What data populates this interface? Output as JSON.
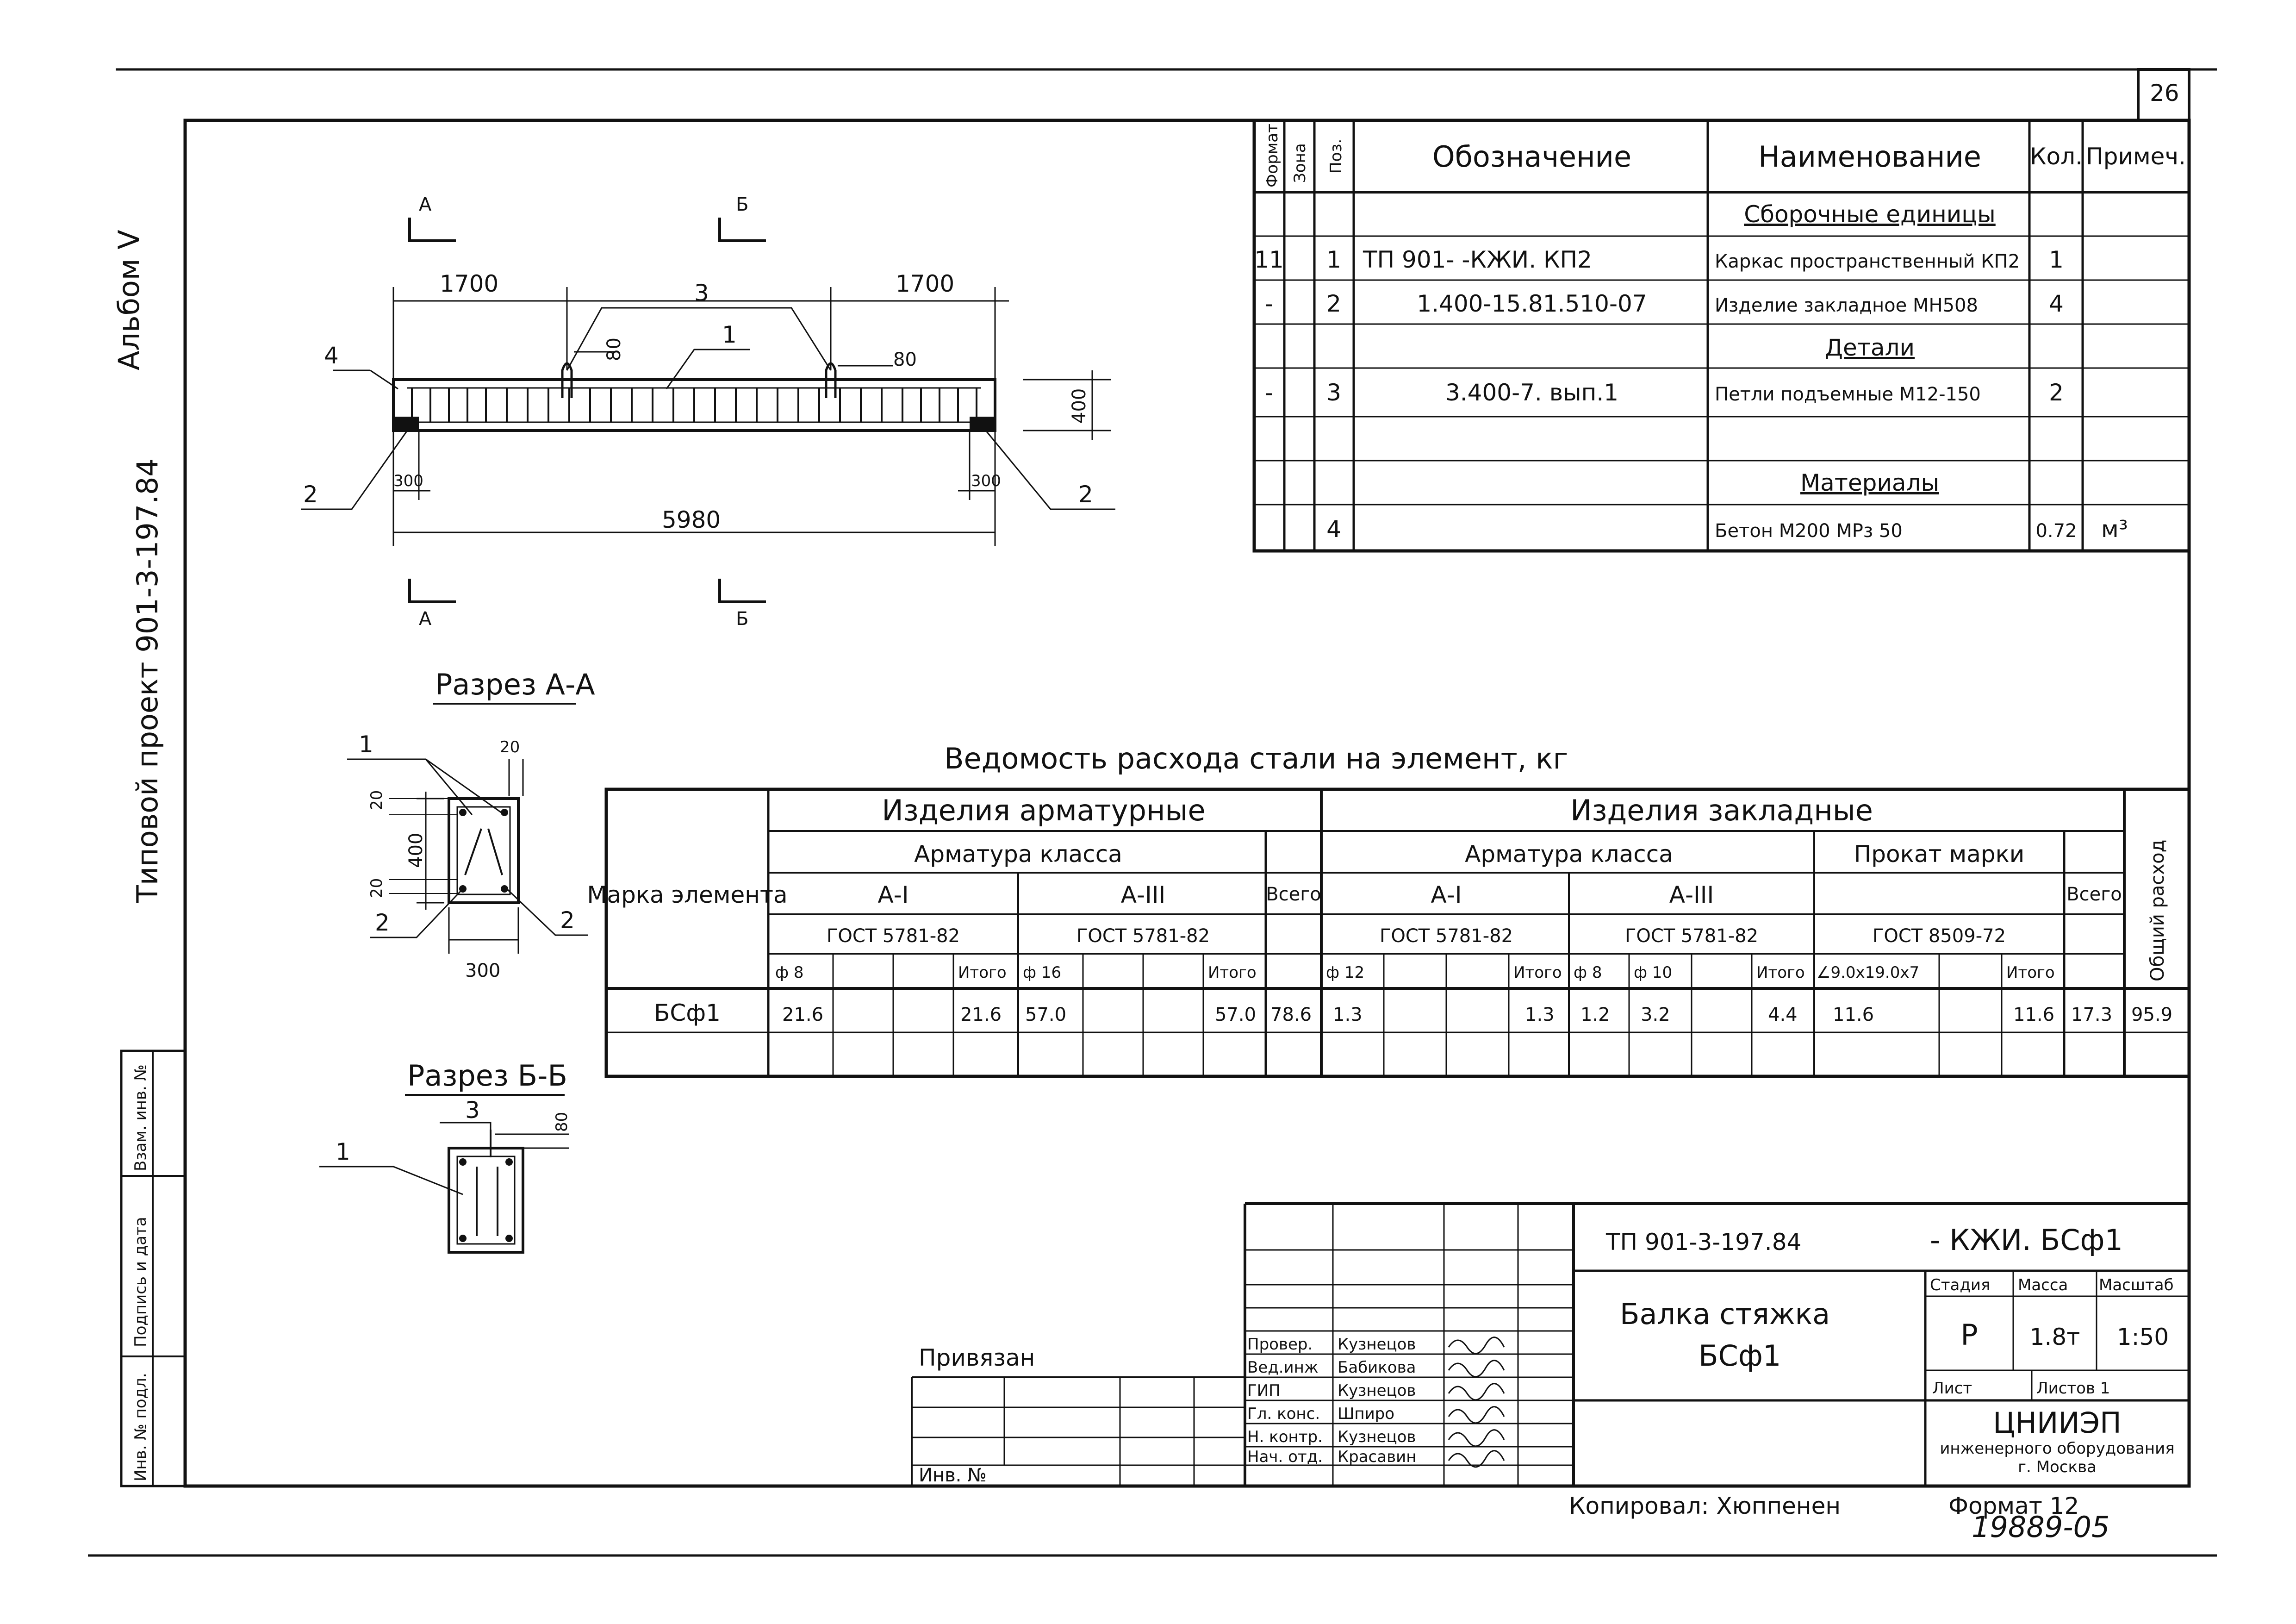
{
  "sheet": {
    "number": "26",
    "album": "Альбом V",
    "project": "Типовой проект 901-3-197.84",
    "side_stamp": [
      "Инв. № подл.",
      "Подпись и дата",
      "Взам. инв. №"
    ]
  },
  "drawing": {
    "section_marks": [
      "А",
      "Б",
      "А",
      "Б"
    ],
    "dims": {
      "left": "1700",
      "right": "1700",
      "total": "5980",
      "height": "400",
      "end_left": "300",
      "end_right": "300",
      "loop_left": "80",
      "loop_right": "80"
    },
    "callouts": [
      "1",
      "2",
      "2",
      "3",
      "4"
    ]
  },
  "section_aa": {
    "title": "Разрез А-А",
    "dims": {
      "top": "20",
      "cover_top": "20",
      "cover_bottom": "20",
      "height": "400",
      "width": "300"
    },
    "callouts": [
      "1",
      "2",
      "2"
    ]
  },
  "section_bb": {
    "title": "Разрез Б-Б",
    "dims": {
      "loop": "80"
    },
    "callouts": [
      "3",
      "1"
    ]
  },
  "spec": {
    "headers": {
      "format": "Формат",
      "zone": "Зона",
      "pos": "Поз.",
      "designation": "Обозначение",
      "name": "Наименование",
      "qty": "Кол.",
      "note": "Примеч."
    },
    "rows": [
      {
        "format": "",
        "pos": "",
        "designation": "",
        "name": "Сборочные единицы",
        "qty": "",
        "note": "",
        "section": true
      },
      {
        "format": "11",
        "pos": "1",
        "designation": "ТП 901-      -КЖИ. КП2",
        "name": "Каркас пространственный  КП2",
        "qty": "1",
        "note": ""
      },
      {
        "format": "-",
        "pos": "2",
        "designation": "1.400-15.81.510-07",
        "name": "Изделие закладное МН508",
        "qty": "4",
        "note": ""
      },
      {
        "format": "",
        "pos": "",
        "designation": "",
        "name": "Детали",
        "qty": "",
        "note": "",
        "section": true
      },
      {
        "format": "-",
        "pos": "3",
        "designation": "3.400-7. вып.1",
        "name": "Петли подъемные М12-150",
        "qty": "2",
        "note": ""
      },
      {
        "format": "",
        "pos": "",
        "designation": "",
        "name": "",
        "qty": "",
        "note": ""
      },
      {
        "format": "",
        "pos": "",
        "designation": "",
        "name": "Материалы",
        "qty": "",
        "note": "",
        "section": true
      },
      {
        "format": "",
        "pos": "4",
        "designation": "",
        "name": "Бетон  М200    МРз 50",
        "qty": "0.72",
        "note": "м³"
      }
    ]
  },
  "steel": {
    "title": "Ведомость расхода стали на элемент, кг",
    "h_mark": "Марка элемента",
    "h_arm_products": "Изделия арматурные",
    "h_emb_products": "Изделия закладные",
    "h_arm_class": "Арматура класса",
    "h_arm_class2": "Арматура класса",
    "h_rolled": "Прокат марки",
    "h_total": "Всего",
    "h_total2": "Всего",
    "h_grand": "Общий расход",
    "h_a1": "А-I",
    "h_a3": "А-III",
    "h_a1b": "А-I",
    "h_a3b": "А-III",
    "h_gost1": "ГОСТ 5781-82",
    "h_gost2": "ГОСТ 5781-82",
    "h_gost3": "ГОСТ 5781-82",
    "h_gost4": "ГОСТ 5781-82",
    "h_gost5": "ГОСТ 8509-72",
    "sub": [
      "ф 8",
      "",
      "",
      "Итого",
      "ф 16",
      "",
      "",
      "Итого",
      "ф 12",
      "",
      "",
      "Итого",
      "ф 8",
      "ф 10",
      "",
      "Итого",
      "∠9.0х19.0х7",
      "",
      "Итого"
    ],
    "row": {
      "mark": "БСф1",
      "cells": [
        "21.6",
        "",
        "",
        "21.6",
        "57.0",
        "",
        "",
        "57.0",
        "1.3",
        "",
        "",
        "1.3",
        "1.2",
        "3.2",
        "",
        "4.4",
        "11.6",
        "",
        "11.6"
      ],
      "total_arm": "78.6",
      "total_emb": "17.3",
      "grand": "95.9"
    }
  },
  "titleblock": {
    "code": "ТП 901-3-197.84",
    "code_suffix": "- КЖИ. БСф1",
    "title": "Балка стяжка",
    "title2": "БСф1",
    "stage_h": "Стадия",
    "mass_h": "Масса",
    "scale_h": "Масштаб",
    "stage": "Р",
    "mass": "1.8т",
    "scale": "1:50",
    "sheet_h": "Лист",
    "sheets_h": "Листов 1",
    "org": "ЦНИИЭП",
    "org2": "инженерного оборудования",
    "org3": "г. Москва",
    "bound": "Привязан",
    "inv": "Инв. №",
    "signers": [
      {
        "role": "Провер.",
        "name": "Кузнецов"
      },
      {
        "role": "Вед.инж",
        "name": "Бабикова"
      },
      {
        "role": "ГИП",
        "name": "Кузнецов"
      },
      {
        "role": "Гл. конс.",
        "name": "Шпиро"
      },
      {
        "role": "Н. контр.",
        "name": "Кузнецов"
      },
      {
        "role": "Нач. отд.",
        "name": "Красавин"
      }
    ],
    "copied": "Копировал: Хюппенен",
    "format": "Формат 12",
    "serial": "19889-05"
  },
  "colors": {
    "ink": "#111111",
    "paper": "#ffffff"
  }
}
